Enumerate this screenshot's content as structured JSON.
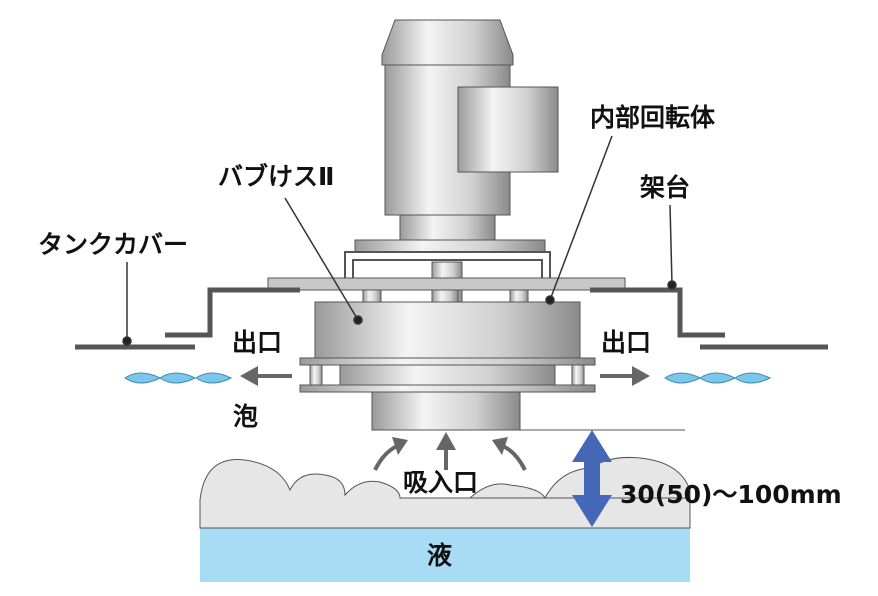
{
  "labels": {
    "tank_cover": "タンクカバー",
    "bubbless": "バブけスⅡ",
    "internal_rotor": "内部回転体",
    "frame": "架台",
    "outlet_left": "出口",
    "outlet_right": "出口",
    "foam": "泡",
    "inlet": "吸入口",
    "distance": "30(50)～100mm",
    "liquid": "液"
  },
  "colors": {
    "liquid": "#a8dcf5",
    "foam": "#e6e6e6",
    "arrow_blue": "#4467b8",
    "arrow_gray": "#555555",
    "bubble": "#7cc6ea"
  }
}
